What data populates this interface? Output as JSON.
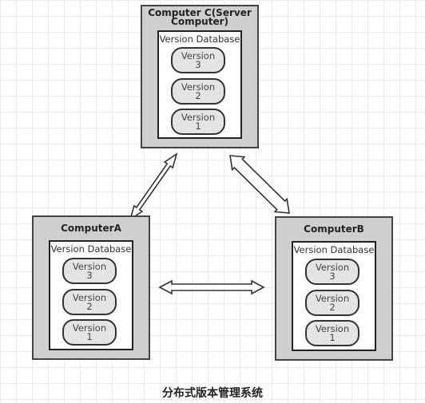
{
  "computer_c": {
    "title_line1": "Computer C(Server",
    "title_line2": "Computer)",
    "db_title": "Version Database",
    "versions": [
      {
        "word": "Version",
        "number": "3"
      },
      {
        "word": "Version",
        "number": "2"
      },
      {
        "word": "Version",
        "number": "1"
      }
    ]
  },
  "computer_a": {
    "title": "ComputerA",
    "db_title": "Version Database",
    "versions": [
      {
        "word": "Version",
        "number": "3"
      },
      {
        "word": "Version",
        "number": "2"
      },
      {
        "word": "Version",
        "number": "1"
      }
    ]
  },
  "computer_b": {
    "title": "ComputerB",
    "db_title": "Version Database",
    "versions": [
      {
        "word": "Version",
        "number": "3"
      },
      {
        "word": "Version",
        "number": "2"
      },
      {
        "word": "Version",
        "number": "1"
      }
    ]
  },
  "caption": "分布式版本管理系统",
  "colors": {
    "computer_fill": "#cfcfcf",
    "version_fill": "#e4e4e4",
    "border": "#333333"
  }
}
